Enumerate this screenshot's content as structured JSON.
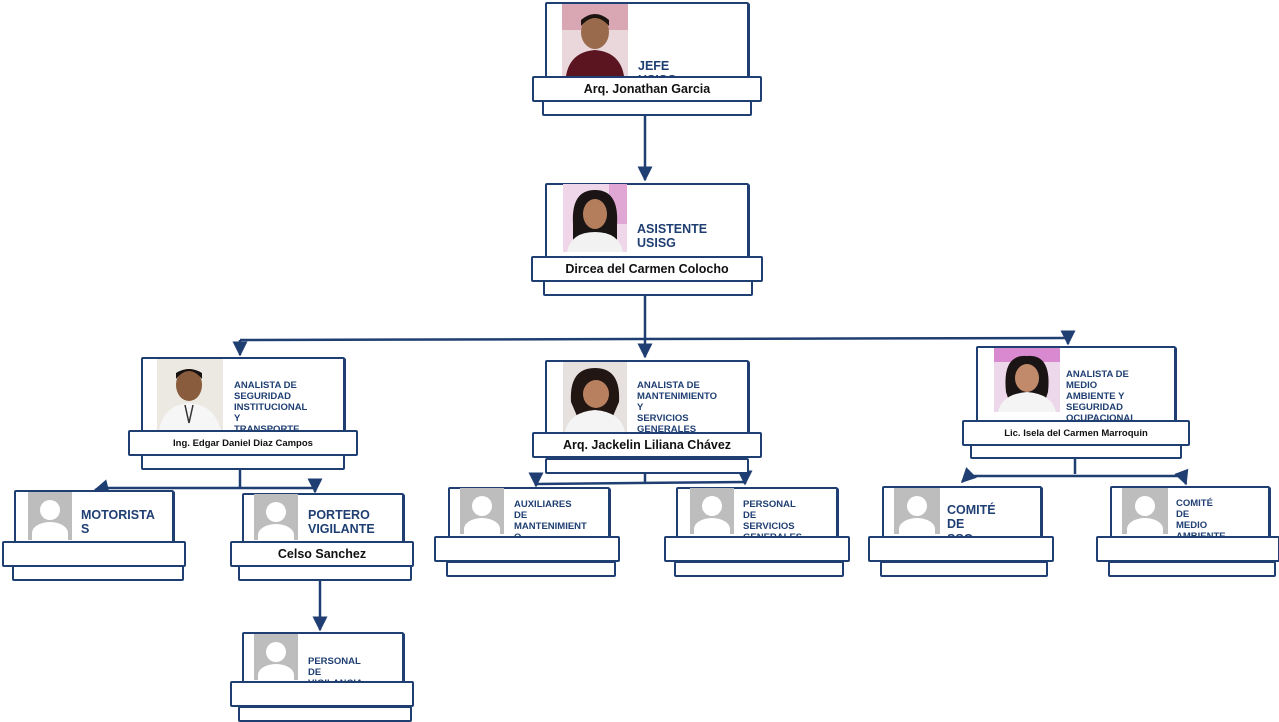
{
  "nodes": {
    "jefe": {
      "title": "JEFE USISG",
      "name": "Arq. Jonathan Garcia"
    },
    "asistente": {
      "title": "ASISTENTE\nUSISG",
      "name": "Dircea del Carmen Colocho"
    },
    "seguridad": {
      "title": "ANALISTA DE\nSEGURIDAD\nINSTITUCIONAL Y\nTRANSPORTE",
      "name": "Ing. Edgar Daniel Diaz Campos"
    },
    "mantenimiento": {
      "title": "ANALISTA DE\nMANTENIMIENTO Y\nSERVICIOS\nGENERALES",
      "name": "Arq. Jackelin Liliana Chávez"
    },
    "medio_ambiente": {
      "title": "ANALISTA DE\nMEDIO AMBIENTE Y\nSEGURIDAD\nOCUPACIONAL",
      "name": "Lic. Isela del Carmen Marroquin"
    },
    "motoristas": {
      "title": "MOTORISTA\nS",
      "name": ""
    },
    "portero": {
      "title": "PORTERO\nVIGILANTE",
      "name": "Celso Sanchez"
    },
    "vigilancia": {
      "title": "PERSONAL DE\nVIGILANCIA",
      "name": ""
    },
    "auxiliares": {
      "title": "AUXILIARES DE\nMANTENIMIENT\nO",
      "name": ""
    },
    "servicios": {
      "title": "PERSONAL DE\nSERVICIOS\nGENERALES",
      "name": ""
    },
    "comite_sso": {
      "title": "COMITÉ DE\nSSO",
      "name": ""
    },
    "comite_ma": {
      "title": "COMITÉ DE\nMEDIO\nAMBIENTE",
      "name": ""
    }
  },
  "colors": {
    "line": "#1f3f73",
    "title_text": "#1f3f73",
    "name_text": "#111111",
    "avatar_bg": "#bdbdbd"
  }
}
